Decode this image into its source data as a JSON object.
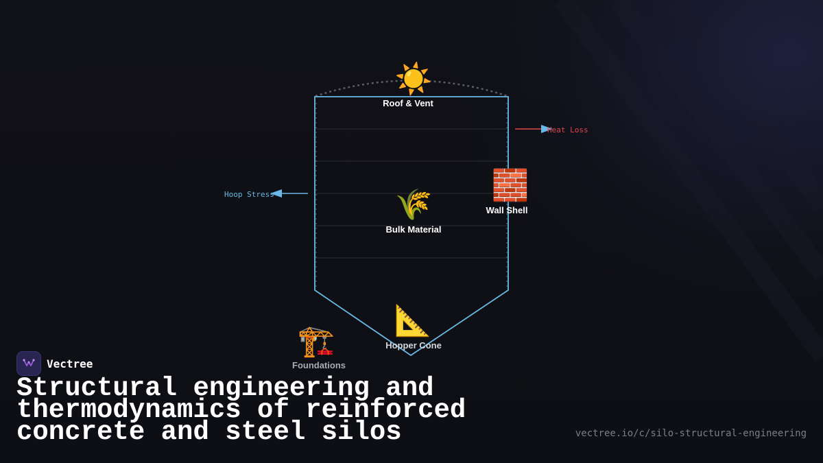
{
  "brand": {
    "name": "Vectree"
  },
  "title": "Structural engineering and thermodynamics of reinforced concrete and steel silos",
  "url": "vectree.io/c/silo-structural-engineering",
  "diagram": {
    "nodes": {
      "roof": {
        "label": "Roof & Vent",
        "icon": "sun-icon",
        "glyph": "☀️"
      },
      "bulk": {
        "label": "Bulk Material",
        "icon": "wheat-icon",
        "glyph": "🌾"
      },
      "wall": {
        "label": "Wall Shell",
        "icon": "brick-icon",
        "glyph": "🧱"
      },
      "hopper": {
        "label": "Hopper Cone",
        "icon": "triangular-ruler-icon",
        "glyph": "📐"
      },
      "foundations": {
        "label": "Foundations",
        "icon": "crane-icon",
        "glyph": "🏗️"
      }
    },
    "annotations": {
      "heat_loss": "Heat Loss",
      "hoop_stress": "Hoop Stress"
    },
    "colors": {
      "outline": "#69b8e6",
      "heat_arrow": "#e0474c",
      "heat_text": "#e0474c",
      "hoop_text": "#69b8e6",
      "accent_logo": "#9a5be0"
    }
  }
}
